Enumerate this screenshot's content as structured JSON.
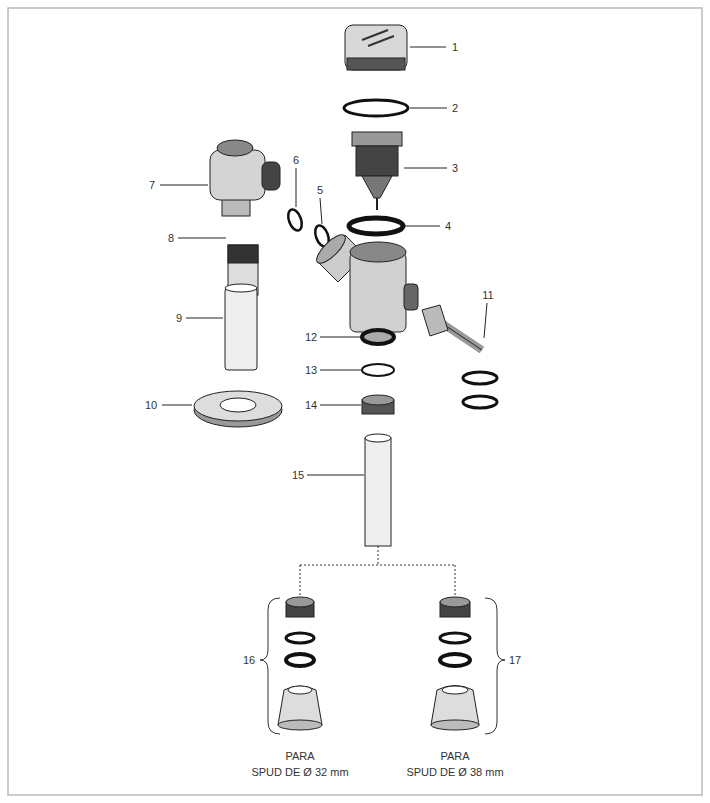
{
  "diagram": {
    "labels": [
      "1",
      "2",
      "3",
      "7",
      "6",
      "5",
      "4",
      "8",
      "11",
      "9",
      "12",
      "13",
      "10",
      "14",
      "15",
      "16",
      "17",
      "PARA",
      "SPUD DE Ø 32 mm",
      "PARA",
      "SPUD DE Ø 38 mm"
    ]
  }
}
